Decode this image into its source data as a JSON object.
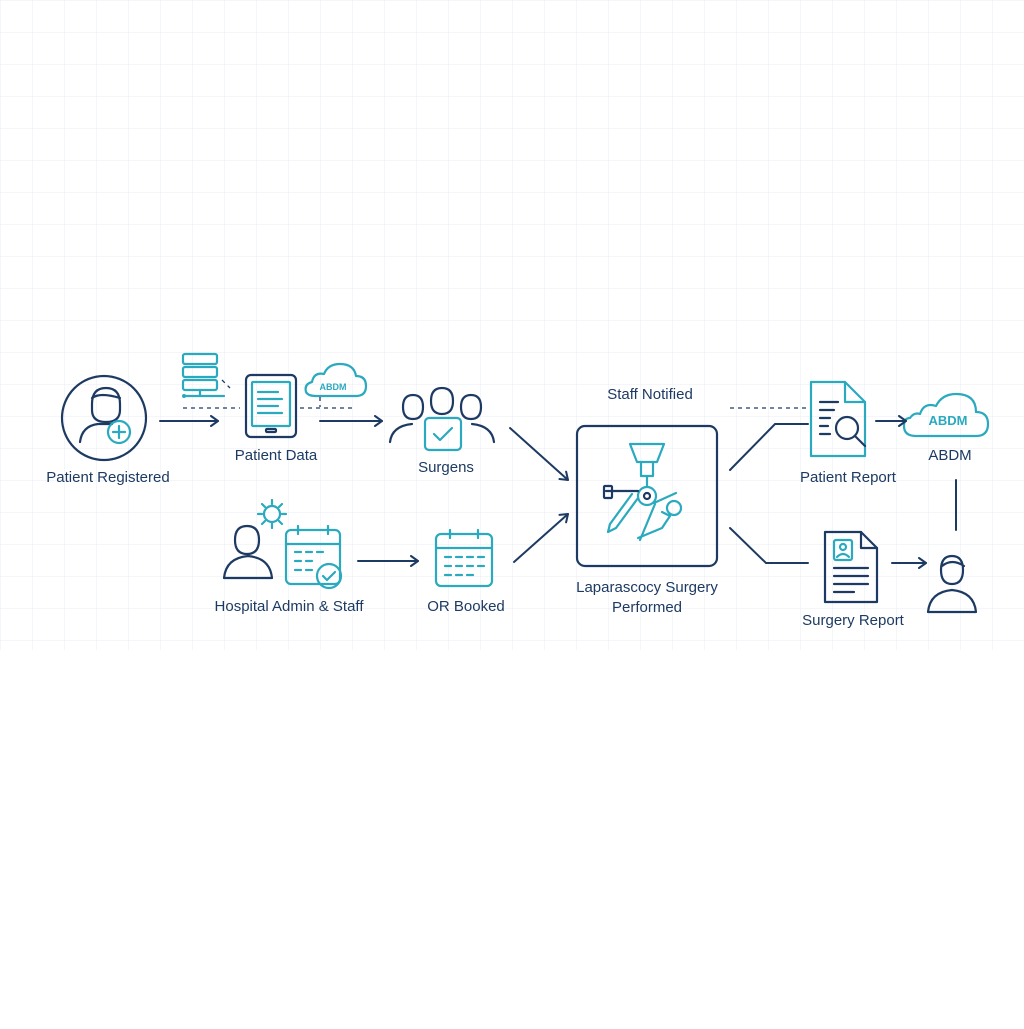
{
  "diagram": {
    "nodes": {
      "patient_registered": "Patient Registered",
      "patient_data": "Patient Data",
      "surgeons": "Surgens",
      "staff_notified": "Staff Notified",
      "surgery_line1": "Laparascocy Surgery",
      "surgery_line2": "Performed",
      "patient_report": "Patient Report",
      "abdm": "ABDM",
      "hospital_admin": "Hospital Admin & Staff",
      "or_booked": "OR Booked",
      "surgery_report": "Surgery Report"
    },
    "cloud_labels": {
      "small_cloud": "ABDM",
      "large_cloud": "ABDM"
    },
    "icons": {
      "patient": "user-plus-icon",
      "tablet": "tablet-document-icon",
      "server": "server-stack-icon",
      "cloud": "cloud-icon",
      "surgeons": "user-group-check-icon",
      "surgery": "laparoscopic-robot-icon",
      "report": "document-magnifier-icon",
      "admin": "user-gear-calendar-icon",
      "calendar": "calendar-icon",
      "surgery_report": "profile-document-icon",
      "user": "user-icon"
    },
    "colors": {
      "navy": "#1d3a63",
      "teal": "#2aa9bf",
      "grid": "#e9eef3"
    }
  }
}
